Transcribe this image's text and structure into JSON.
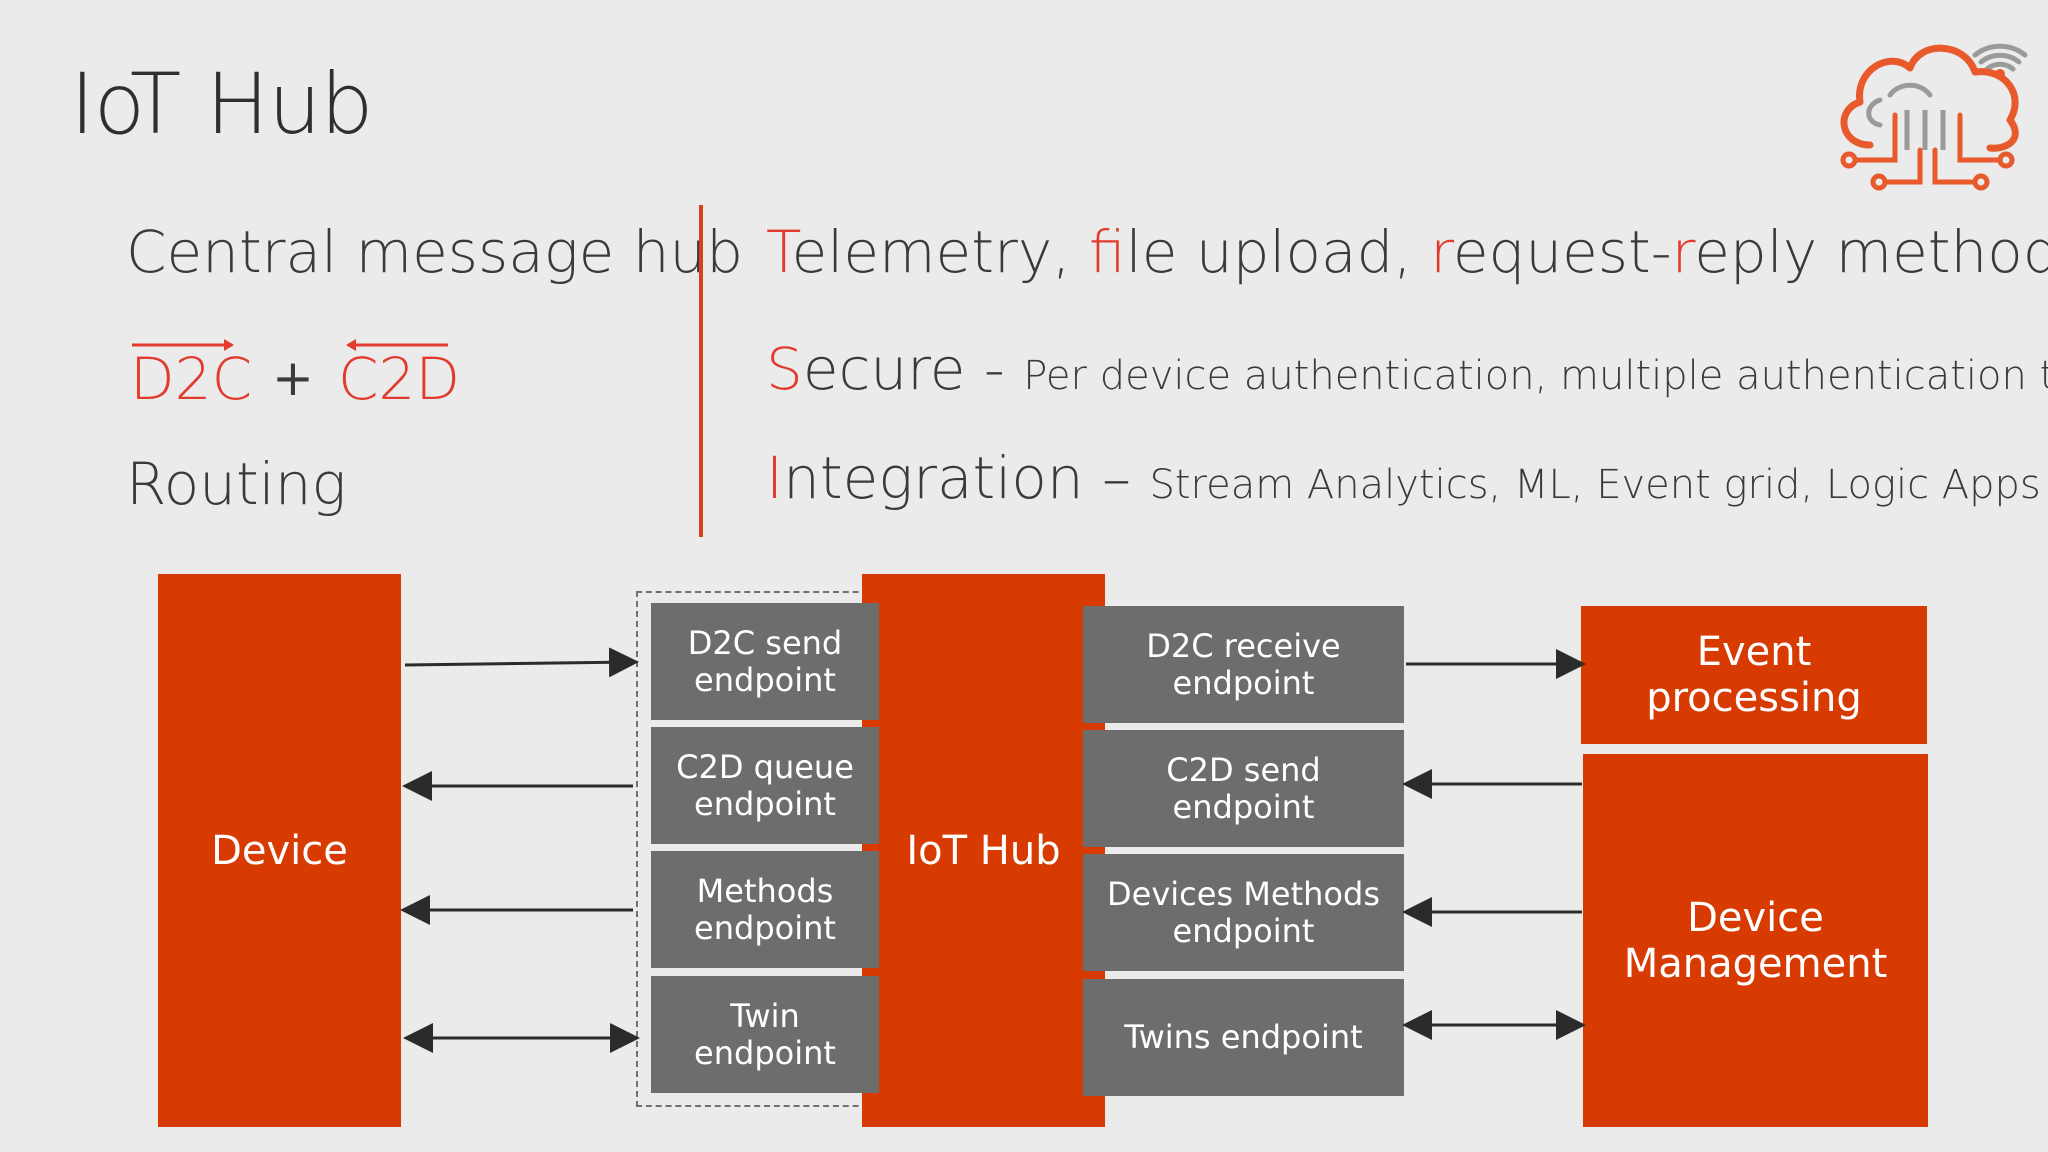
{
  "slide": {
    "title": "IoT Hub"
  },
  "left_panel": {
    "central": "Central message hub",
    "d2c": "D2C",
    "plus": "+",
    "c2d": "C2D",
    "routing": "Routing"
  },
  "features": {
    "telemetry": {
      "t1": "T",
      "t2": "elemetry, ",
      "t3": "f",
      "t4": "ile upload, ",
      "t5": "r",
      "t6": "equest-",
      "t7": "r",
      "t8": "eply methods"
    },
    "secure": {
      "first": "S",
      "rest": "ecure",
      "dash": " - ",
      "detail": "Per device authentication, multiple authentication types"
    },
    "integration": {
      "first": "I",
      "rest": "ntegration",
      "dash": " – ",
      "detail": "Stream Analytics, ML, Event grid, Logic Apps"
    }
  },
  "diagram": {
    "device": "Device",
    "iot_hub": "IoT Hub",
    "device_endpoints": [
      "D2C send\nendpoint",
      "C2D queue\nendpoint",
      "Methods\nendpoint",
      "Twin\nendpoint"
    ],
    "service_endpoints": [
      "D2C receive\nendpoint",
      "C2D send\nendpoint",
      "Devices Methods\nendpoint",
      "Twins endpoint"
    ],
    "event_processing": "Event\nprocessing",
    "device_management": "Device\nManagement"
  },
  "colors": {
    "accent": "#d83b01",
    "red_text": "#e23b2e",
    "gray_box": "#6d6d6d",
    "background": "#ebebeb"
  },
  "icons": {
    "logo": "cloud-circuit-wifi-icon"
  }
}
